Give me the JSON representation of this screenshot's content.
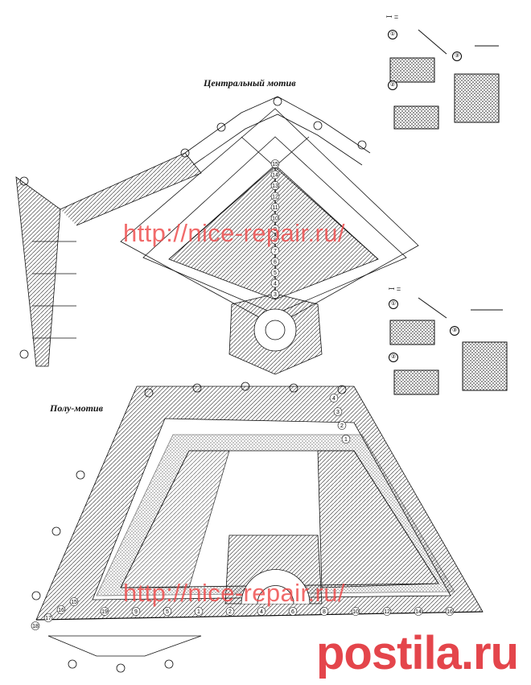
{
  "titles": {
    "center_motif": "Центральный мотив",
    "half_motif": "Полу-мотив"
  },
  "watermarks": {
    "top": "http://nice-repair.ru/",
    "bottom": "http://nice-repair.ru/"
  },
  "brand": "postila.ru",
  "center_rows": [
    "3",
    "4",
    "5",
    "6",
    "7",
    "8",
    "9",
    "10",
    "11",
    "12",
    "13",
    "14",
    "15"
  ],
  "half_left_rows": [
    "15",
    "16",
    "17",
    "18"
  ],
  "half_bottom_rows": [
    "19",
    "9",
    "5",
    "1",
    "2",
    "4",
    "6",
    "8",
    "10",
    "12",
    "14",
    "16"
  ],
  "half_top_rows": [
    "1",
    "2",
    "3",
    "4"
  ],
  "legend_top": {
    "symbol": "ꟷ =",
    "steps": [
      "①",
      "②",
      "③"
    ]
  },
  "legend_bottom": {
    "symbol": "ꟷ =",
    "steps": [
      "①",
      "②",
      "③"
    ]
  }
}
